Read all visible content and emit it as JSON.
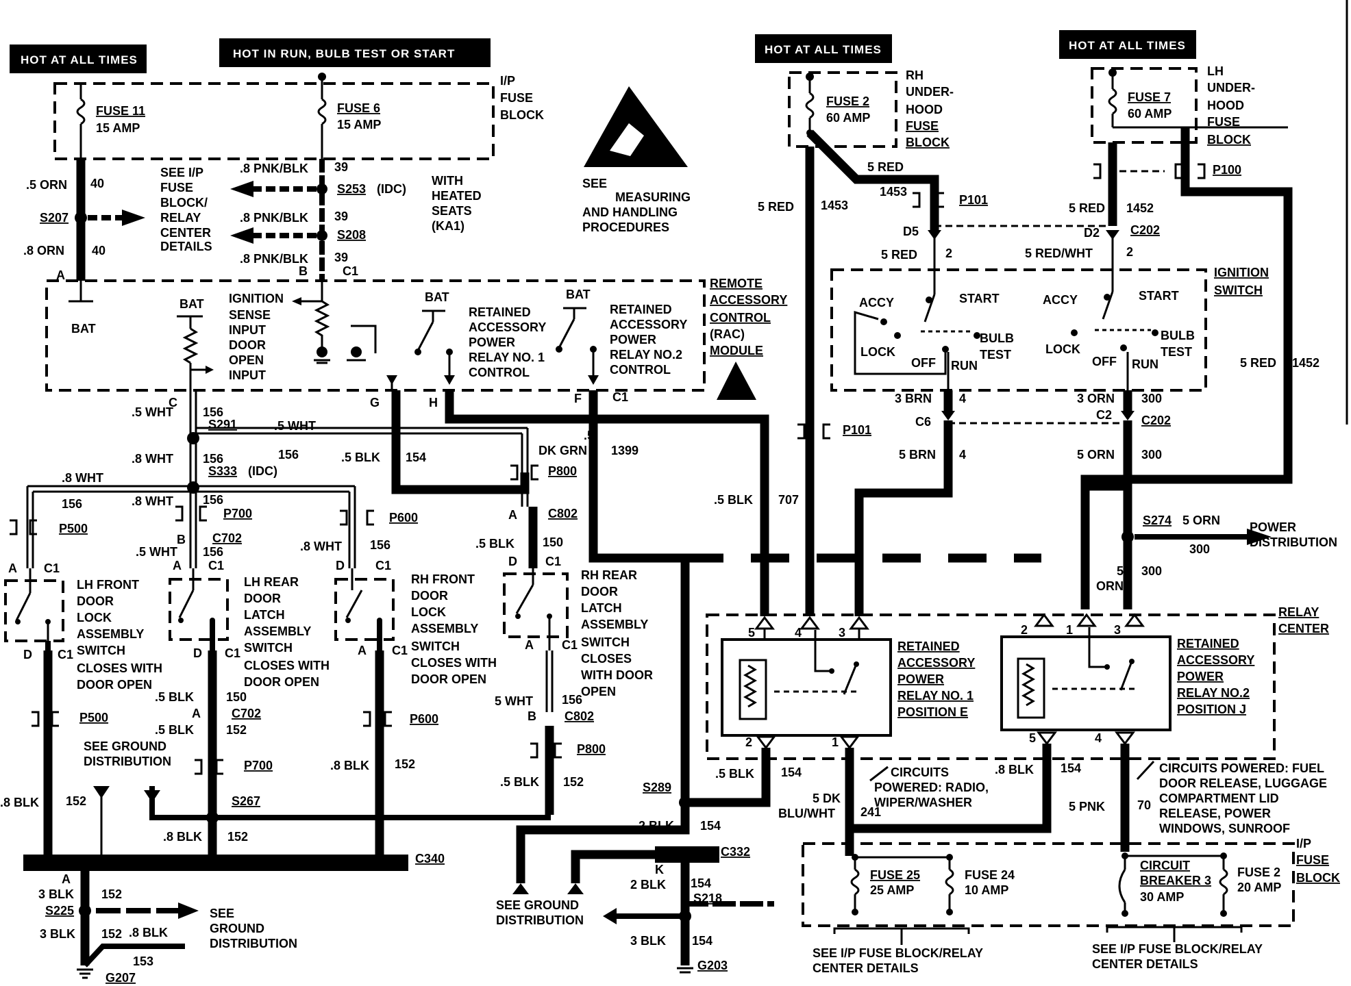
{
  "headers": {
    "hot_at_all_times_left": "HOT AT ALL TIMES",
    "hot_in_run": "HOT IN RUN, BULB TEST OR START",
    "hot_at_all_times_mid": "HOT AT ALL TIMES",
    "hot_at_all_times_right": "HOT AT ALL TIMES"
  },
  "ip_fuse_block_top": [
    "I/P",
    "FUSE",
    "BLOCK"
  ],
  "fuses": {
    "fuse11": [
      "FUSE 11",
      "15 AMP"
    ],
    "fuse6": [
      "FUSE 6",
      "15 AMP"
    ],
    "fuse2_uh": [
      "FUSE 2",
      "60 AMP"
    ],
    "fuse7_uh": [
      "FUSE 7",
      "60 AMP"
    ],
    "fuse25": [
      "FUSE 25",
      "25 AMP"
    ],
    "fuse24": [
      "FUSE 24",
      "10 AMP"
    ],
    "cb3": [
      "CIRCUIT",
      "BREAKER 3",
      "30 AMP"
    ],
    "fuse2_ip": [
      "FUSE 2",
      "20 AMP"
    ]
  },
  "rh_underhood": [
    "RH",
    "UNDER-",
    "HOOD",
    "FUSE",
    "BLOCK"
  ],
  "lh_underhood": [
    "LH",
    "UNDER-",
    "HOOD",
    "FUSE",
    "BLOCK"
  ],
  "ip_fuse_block_bottom": [
    "I/P",
    "FUSE",
    "BLOCK"
  ],
  "esd_note": [
    "SEE",
    "MEASURING",
    "AND HANDLING",
    "PROCEDURES"
  ],
  "heated_seats": [
    "WITH",
    "HEATED",
    "SEATS",
    "(KA1)"
  ],
  "see_ip_details": [
    "SEE I/P",
    "FUSE",
    "BLOCK/",
    "RELAY",
    "CENTER",
    "DETAILS"
  ],
  "rac_module": [
    "REMOTE",
    "ACCESSORY",
    "CONTROL",
    "(RAC)",
    "MODULE"
  ],
  "rac_inputs": {
    "bat_left": "BAT",
    "bat_mid": "BAT",
    "ignition": [
      "IGNITION",
      "SENSE",
      "INPUT",
      "DOOR",
      "OPEN",
      "INPUT"
    ],
    "bat_relay1": "BAT",
    "relay1_ctrl": [
      "RETAINED",
      "ACCESSORY",
      "POWER",
      "RELAY NO. 1",
      "CONTROL"
    ],
    "bat_relay2": "BAT",
    "relay2_ctrl": [
      "RETAINED",
      "ACCESSORY",
      "POWER",
      "RELAY NO.2",
      "CONTROL"
    ]
  },
  "ignition_switch": {
    "title": [
      "IGNITION",
      "SWITCH"
    ],
    "accy": "ACCY",
    "start": "START",
    "lock": "LOCK",
    "off": "OFF",
    "run": "RUN",
    "bulb_test": [
      "BULB",
      "TEST"
    ]
  },
  "switches": {
    "lh_front": [
      "LH FRONT",
      "DOOR",
      "LOCK",
      "ASSEMBLY",
      "SWITCH",
      "CLOSES WITH",
      "DOOR OPEN"
    ],
    "lh_rear": [
      "LH REAR",
      "DOOR",
      "LATCH",
      "ASSEMBLY",
      "SWITCH",
      "CLOSES WITH",
      "DOOR OPEN"
    ],
    "rh_front": [
      "RH FRONT",
      "DOOR",
      "LOCK",
      "ASSEMBLY",
      "SWITCH",
      "CLOSES WITH",
      "DOOR OPEN"
    ],
    "rh_rear": [
      "RH REAR",
      "DOOR",
      "LATCH",
      "ASSEMBLY",
      "SWITCH",
      "CLOSES",
      "WITH DOOR",
      "OPEN"
    ]
  },
  "relay_center": [
    "RELAY",
    "CENTER"
  ],
  "relay1": [
    "RETAINED",
    "ACCESSORY",
    "POWER",
    "RELAY NO. 1",
    "POSITION E"
  ],
  "relay2": [
    "RETAINED",
    "ACCESSORY",
    "POWER",
    "RELAY NO.2",
    "POSITION J"
  ],
  "power_distribution": [
    "POWER",
    "DISTRIBUTION"
  ],
  "circuits_radio": [
    "CIRCUITS",
    "POWERED: RADIO,",
    "WIPER/WASHER"
  ],
  "circuits_fuel": [
    "CIRCUITS POWERED: FUEL",
    "DOOR RELEASE, LUGGAGE",
    "COMPARTMENT LID",
    "RELEASE, POWER",
    "WINDOWS, SUNROOF"
  ],
  "see_ground_dist": [
    "SEE GROUND",
    "DISTRIBUTION"
  ],
  "see_ground_dist_2": [
    "SEE",
    "GROUND",
    "DISTRIBUTION"
  ],
  "see_ground_dist_3": [
    "SEE GROUND",
    "DISTRIBUTION"
  ],
  "see_ip_relay_1": [
    "SEE I/P FUSE BLOCK/RELAY",
    "CENTER DETAILS"
  ],
  "see_ip_relay_2": [
    "SEE I/P FUSE BLOCK/RELAY",
    "CENTER DETAILS"
  ],
  "splices": {
    "s207": "S207",
    "s253": "S253",
    "s253_idc": "(IDC)",
    "s208": "S208",
    "s291": "S291",
    "s333": "S333",
    "s333_idc": "(IDC)",
    "s267": "S267",
    "s225": "S225",
    "s289": "S289",
    "s218": "S218",
    "s274": "S274"
  },
  "connectors": {
    "p101_a": "P101",
    "p101_b": "P101",
    "p100": "P100",
    "c202_a": "C202",
    "c202_b": "C202",
    "p800_a": "P800",
    "p800_b": "P800",
    "c802_a": "C802",
    "c802_b": "C802",
    "p500_a": "P500",
    "p500_b": "P500",
    "p700_a": "P700",
    "p700_b": "P700",
    "p600_a": "P600",
    "p600_b": "P600",
    "c702_a": "C702",
    "c702_b": "C702",
    "c340": "C340",
    "c332": "C332",
    "c6": "C6",
    "c2": "C2",
    "d5": "D5",
    "d2": "D2",
    "c1": "C1"
  },
  "grounds": {
    "g207": "G207",
    "g203": "G203"
  },
  "wires": {
    "w_05orn": ".5 ORN",
    "w_40a": "40",
    "w_08orn": ".8 ORN",
    "w_40b": "40",
    "w_08pnkblk_1": ".8 PNK/BLK",
    "w_39a": "39",
    "w_08pnkblk_2": ".8 PNK/BLK",
    "w_39b": "39",
    "w_08pnkblk_3": ".8 PNK/BLK",
    "w_39c": "39",
    "w_5red_1453": "5 RED",
    "n_1453_a": "1453",
    "n_1453_b": "1453",
    "w_5red_b": "5 RED",
    "w_5red_2": "5 RED",
    "n_2": "2",
    "w_5red_1452": "5 RED",
    "n_1452_a": "1452",
    "w_5redwht": "5 RED/WHT",
    "n_2b": "2",
    "w_5red_right": "5 RED",
    "n_1452_b": "1452",
    "w_05wht_156": ".5 WHT",
    "n_156a": "156",
    "w_05wht_b": ".5 WHT",
    "w_08wht_a": ".8 WHT",
    "n_156b": "156",
    "n_156c": "156",
    "w_05blk_154": ".5 BLK",
    "n_154a": "154",
    "w_08wht_b": ".8 WHT",
    "n_156d": "156",
    "w_08wht_c": ".8 WHT",
    "n_156e": "156",
    "w_05wht_c": ".5 WHT",
    "n_156f": "156",
    "w_08wht_d": ".8 WHT",
    "n_156g": "156",
    "w_5dkgrn": ".5",
    "w_dkgrn": "DK GRN",
    "n_1399": "1399",
    "w_05blk_707": ".5 BLK",
    "n_707": "707",
    "w_3brn": "3 BRN",
    "n_4a": "4",
    "w_5brn": "5 BRN",
    "n_4b": "4",
    "w_3orn": "3 ORN",
    "n_300a": "300",
    "w_5orn": "5 ORN",
    "n_300b": "300",
    "w_5orn_s274": "5 ORN",
    "n_300c": "300",
    "w_5orn_v": "5",
    "w_orn": "ORN",
    "n_300d": "300",
    "w_05blk_150a": ".5 BLK",
    "n_150a": "150",
    "w_05blk_150b": ".5 BLK",
    "n_150b": "150",
    "w_05blk_152": ".5 BLK",
    "n_152a": "152",
    "w_5wht": "5 WHT",
    "n_156h": "156",
    "w_08blk_152": ".8 BLK",
    "n_152b": "152",
    "w_08blk_152c": ".8 BLK",
    "n_152c": "152",
    "w_05blk_152d": ".5 BLK",
    "n_152d": "152",
    "w_08blk_152e": ".8 BLK",
    "n_152e": "152",
    "w_2blk_154": "2 BLK",
    "n_154b": "154",
    "w_2blk_154c": "2 BLK",
    "n_154c": "154",
    "w_3blk_154": "3 BLK",
    "n_154d": "154",
    "w_3blk_152": "3 BLK",
    "n_152f": "152",
    "w_3blk_152g": "3 BLK",
    "n_152g": "152",
    "w_08blk_153": ".8 BLK",
    "n_153": "153",
    "w_05blk_154e": ".5 BLK",
    "n_154e": "154",
    "w_08blk_154f": ".8 BLK",
    "n_154f": "154",
    "w_5dk": "5 DK",
    "w_bluwht": "BLU/WHT",
    "n_241": "241",
    "w_5pnk": "5 PNK",
    "n_70": "70"
  },
  "pins": {
    "a": "A",
    "b": "B",
    "c": "C",
    "d": "D",
    "f": "F",
    "g": "G",
    "h": "H",
    "k": "K",
    "r1_5": "5",
    "r1_4": "4",
    "r1_3": "3",
    "r1_2": "2",
    "r1_1": "1",
    "r2_2": "2",
    "r2_1": "1",
    "r2_3": "3",
    "r2_5": "5",
    "r2_4": "4"
  }
}
